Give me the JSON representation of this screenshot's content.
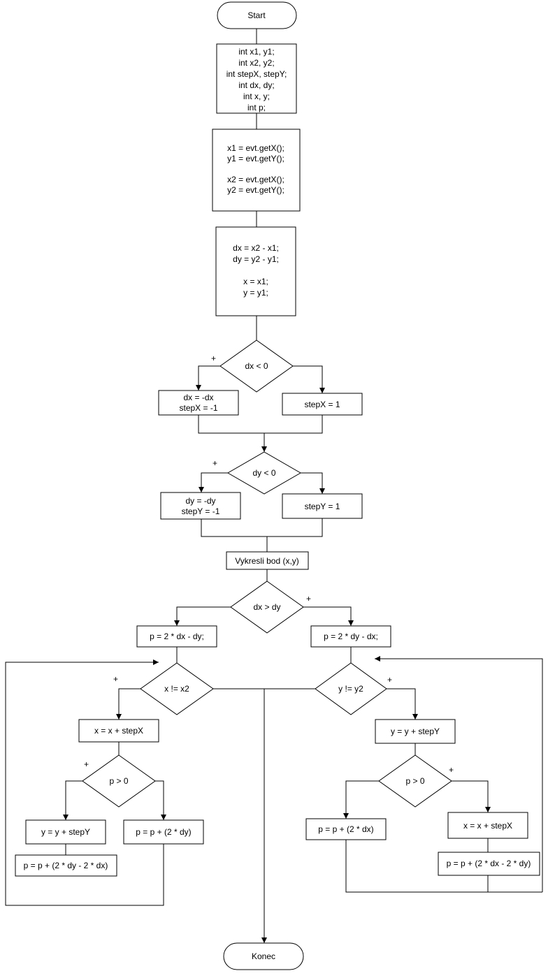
{
  "nodes": {
    "start": "Start",
    "declarations": [
      "int x1, y1;",
      "int x2, y2;",
      "int stepX, stepY;",
      "int dx, dy;",
      "int x, y;",
      "int p;"
    ],
    "read_points": [
      "x1 = evt.getX();",
      "y1 = evt.getY();",
      "",
      "x2 = evt.getX();",
      "y2 = evt.getY();"
    ],
    "init_deltas": [
      "dx = x2 - x1;",
      "dy = y2 - y1;",
      "",
      "x = x1;",
      "y = y1;"
    ],
    "cond_dx_neg": "dx < 0",
    "dx_neg_yes": [
      "dx = -dx",
      "stepX = -1"
    ],
    "stepx_pos": "stepX = 1",
    "cond_dy_neg": "dy < 0",
    "dy_neg_yes": [
      "dy = -dy",
      "stepY =  -1"
    ],
    "stepy_pos": "stepY = 1",
    "draw_point": "Vykresli bod (x,y)",
    "cond_dx_gt_dy": "dx > dy",
    "p_init_left": "p = 2 * dx - dy;",
    "p_init_right": "p = 2 * dy - dx;",
    "cond_x_ne_x2": "x != x2",
    "cond_y_ne_y2": "y != y2",
    "x_step": "x = x + stepX",
    "y_step": "y = y + stepY",
    "cond_p_pos_left": "p > 0",
    "cond_p_pos_right": "p > 0",
    "left_y_step": "y = y + stepY",
    "left_p_dy": "p = p + (2 * dy)",
    "left_p_combo": "p = p +  (2 * dy - 2 * dx)",
    "right_p_dx": "p = p + (2 * dx)",
    "right_x_step": "x = x + stepX",
    "right_p_combo": "p = p + (2 * dx - 2 * dy)",
    "end": "Konec"
  },
  "branch_marks": {
    "plus": "+"
  }
}
